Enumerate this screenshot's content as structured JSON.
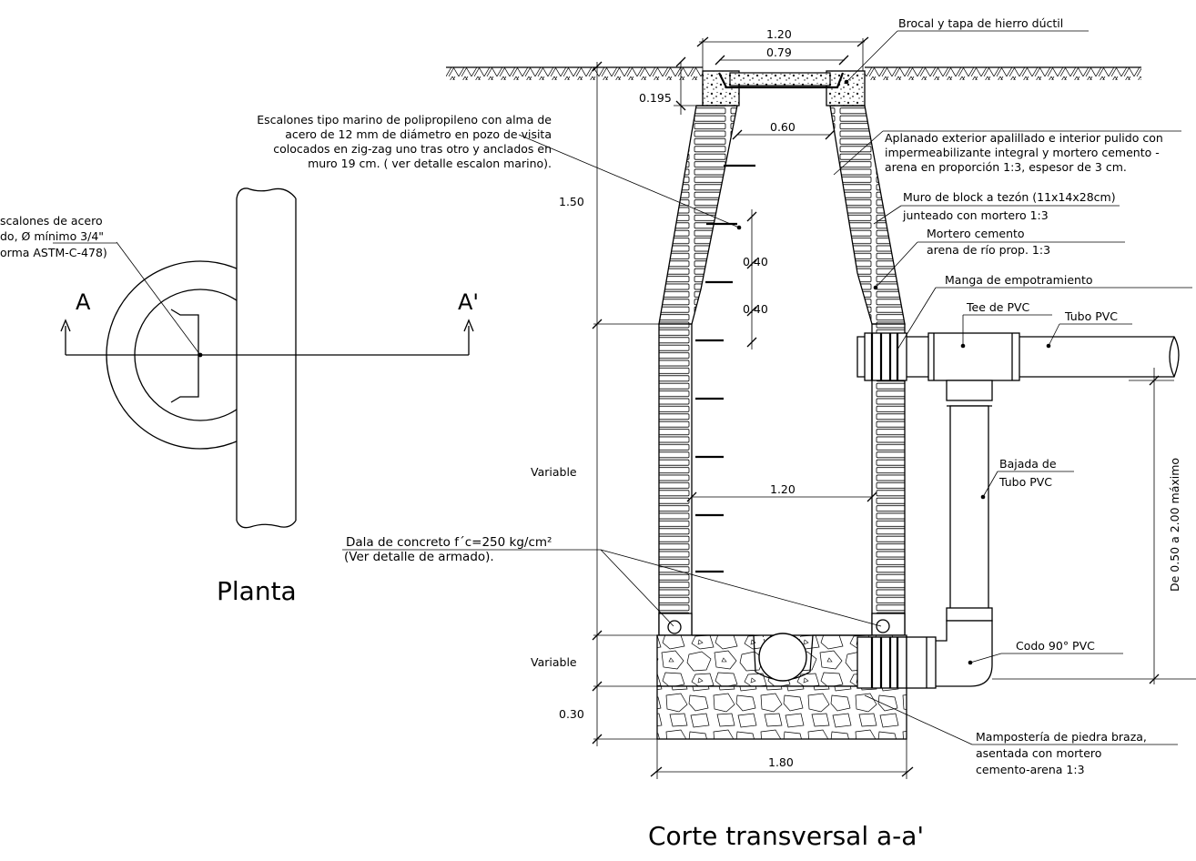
{
  "titles": {
    "plan": "Planta",
    "section": "Corte transversal a-a'"
  },
  "plan_labels": {
    "section_a": "A",
    "section_a_prime": "A'",
    "steps_note_line1": "scalones de acero",
    "steps_note_line2": "do, Ø mínimo 3/4\"",
    "steps_note_line3": "orma ASTM-C-478)"
  },
  "dimensions": {
    "top_width": "1.20",
    "lid_width": "0.79",
    "neck_height": "0.195",
    "neck_width": "0.60",
    "cone_height": "1.50",
    "step_spacing_1": "0.40",
    "step_spacing_2": "0.40",
    "inner_width": "1.20",
    "wall_height": "Variable",
    "base_height": "Variable",
    "base_thickness": "0.30",
    "base_width": "1.80",
    "drop_height": "De 0.50 a 2.00 máximo"
  },
  "annotations": {
    "brocal": "Brocal y tapa  de hierro dúctil",
    "escalones_1": "Escalones tipo marino de polipropileno con alma de",
    "escalones_2": "acero de 12 mm de diámetro en pozo de visita",
    "escalones_3": "colocados en zig-zag uno tras otro y anclados en",
    "escalones_4": "muro 19 cm. ( ver detalle escalon marino).",
    "aplanado_1": "Aplanado exterior apalillado e interior pulido con",
    "aplanado_2": "impermeabilizante integral y mortero cemento -",
    "aplanado_3": "arena en proporción 1:3, espesor de  3 cm.",
    "muro_1": "Muro de block a tezón (11x14x28cm)",
    "muro_2": "junteado con mortero 1:3",
    "mortero_1": "Mortero cemento",
    "mortero_2": "arena de río prop. 1:3",
    "manga": "Manga de empotramiento",
    "tee": "Tee de PVC",
    "tubo": "Tubo PVC",
    "bajada_1": "Bajada de",
    "bajada_2": "Tubo PVC",
    "codo": "Codo 90° PVC",
    "dala_1": "Dala de concreto f´c=250 kg/cm²",
    "dala_2": "(Ver detalle de armado).",
    "mamposteria_1": "Mampostería de piedra braza,",
    "mamposteria_2": "asentada con mortero",
    "mamposteria_3": "cemento-arena 1:3"
  }
}
